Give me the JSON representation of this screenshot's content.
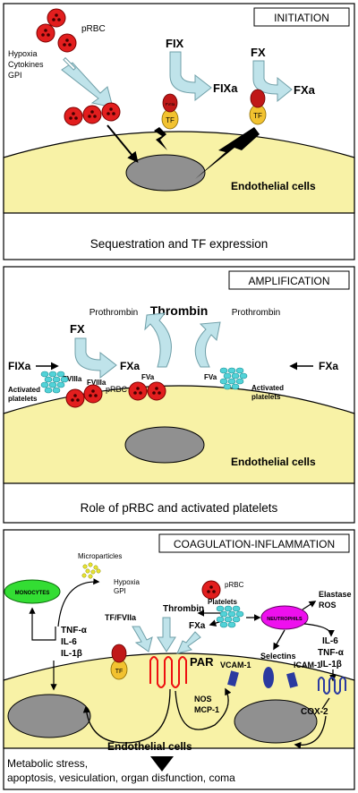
{
  "panels": {
    "initiation": {
      "title": "INITIATION",
      "prbc": "pRBC",
      "stimuli": [
        "Hypoxia",
        "Cytokines",
        "GPI"
      ],
      "fix": "FIX",
      "fixa": "FIXa",
      "fx": "FX",
      "fxa": "FXa",
      "tf": "TF",
      "fviia": "FVIIa",
      "endothelial": "Endothelial cells",
      "caption": "Sequestration and TF expression"
    },
    "amplification": {
      "title": "AMPLIFICATION",
      "fx": "FX",
      "fixa": "FIXa",
      "fxa_left": "FXa",
      "fxa_right": "FXa",
      "fviiia_1": "FVIIIa",
      "fviiia_2": "FVIIIa",
      "fva_1": "FVa",
      "fva_2": "FVa",
      "prothrombin_left": "Prothrombin",
      "prothrombin_right": "Prothrombin",
      "thrombin": "Thrombin",
      "activated_left": [
        "Activated",
        "platelets"
      ],
      "activated_right": [
        "Activated",
        "platelets"
      ],
      "prbc": "pRBC",
      "endothelial": "Endothelial cells",
      "caption": "Role of pRBC and activated platelets"
    },
    "coagulation": {
      "title": "COAGULATION-INFLAMMATION",
      "microparticles": "Microparticles",
      "hypoxia": "Hypoxia",
      "gpi": "GPI",
      "monocytes": "MONOCYTES",
      "cytokines_left": [
        "TNF-α",
        "IL-6",
        "IL-1β"
      ],
      "tf_fviia": "TF/FVIIa",
      "thrombin": "Thrombin",
      "fxa": "FXa",
      "platelets": "Platelets",
      "prbc": "pRBC",
      "neutrophils": "NEUTROPHILS",
      "elastase_ros": [
        "Elastase",
        "ROS"
      ],
      "cytokines_right": [
        "IL-6",
        "TNF-α",
        "IL-1β"
      ],
      "par": "PAR",
      "vcam": "VCAM-1",
      "selectins": "Selectins",
      "icam": "ICAM-1",
      "nos_mcp": [
        "NOS",
        "MCP-1"
      ],
      "cox2": "COX-2",
      "tf": "TF",
      "endothelial": "Endothelial cells",
      "outcome": [
        "Metabolic stress,",
        "apoptosis, vesiculation, organ disfunction, coma"
      ]
    }
  },
  "colors": {
    "cell": "#f8f2a6",
    "nucleus": "#909090",
    "prbc": "#e21e1e",
    "platelet": "#52d3d8",
    "arrow_fill": "#bfe3ea",
    "arrow_stroke": "#6f9fa8",
    "monocyte": "#33dd33",
    "neutrophil": "#ee10ee",
    "par": "#ee1010",
    "receptor": "#2a3aa0",
    "tf_yellow": "#f2c230",
    "fviia_red": "#c01818",
    "factor_blue": "#1010cc"
  }
}
